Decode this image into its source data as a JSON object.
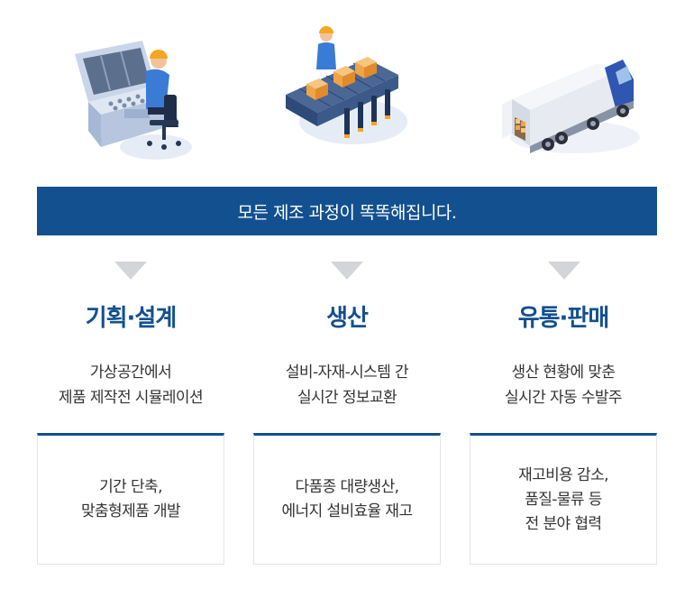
{
  "banner": {
    "text": "모든 제조 과정이 똑똑해집니다."
  },
  "columns": [
    {
      "title": "기획·설계",
      "desc": [
        "가상공간에서",
        "제품 제작전 시뮬레이션"
      ],
      "card": [
        "기간 단축,",
        "맞춤형제품 개발"
      ]
    },
    {
      "title": "생산",
      "desc": [
        "설비-자재-시스템 간",
        "실시간 정보교환"
      ],
      "card": [
        "다품종 대량생산,",
        "에너지 설비효율 재고"
      ]
    },
    {
      "title": "유통·판매",
      "desc": [
        "생산 현황에 맞춘",
        "실시간 자동 수발주"
      ],
      "card": [
        "재고비용 감소,",
        "품질-물류 등",
        "전 분야 협력"
      ]
    }
  ],
  "icons": {
    "col1": "operator-control-panel-icon",
    "col2": "conveyor-belt-worker-icon",
    "col3": "delivery-truck-icon"
  },
  "colors": {
    "accent": "#13508f",
    "arrow": "#d3d5d8",
    "card_border": "#e3e5e8"
  }
}
